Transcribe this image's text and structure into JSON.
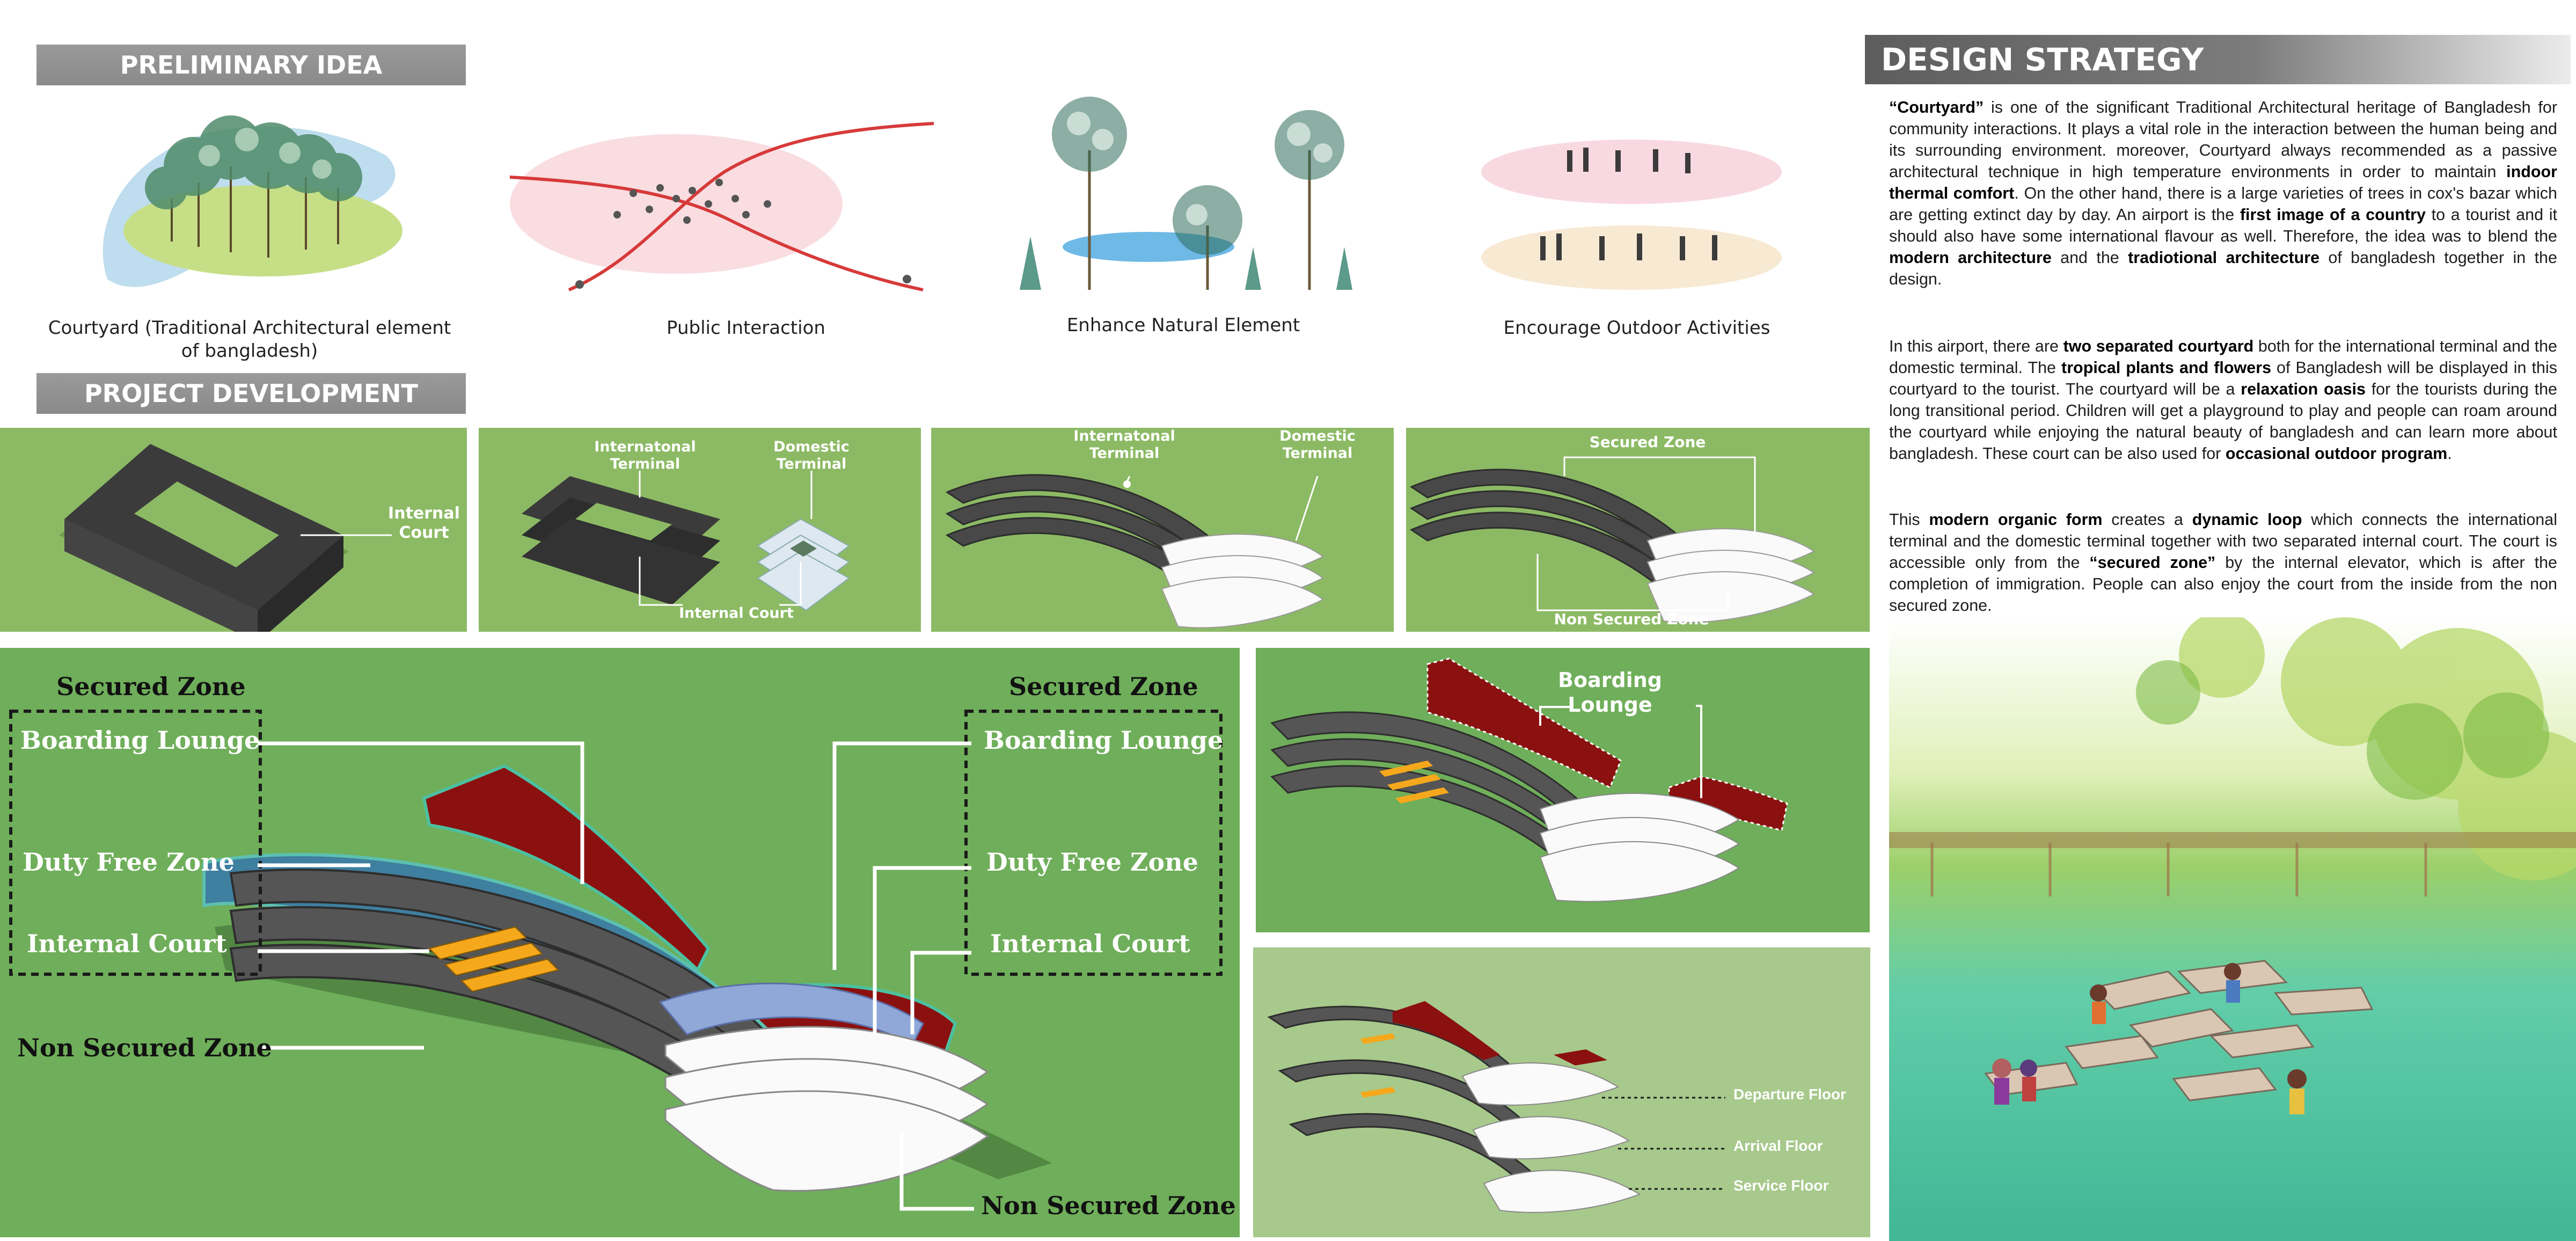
{
  "preliminary": {
    "header": "PRELIMINARY IDEA",
    "captions": {
      "courtyard": "Courtyard (Traditional Architectural element of bangladesh)",
      "public": "Public Interaction",
      "natural": "Enhance Natural Element",
      "outdoor": "Encourage Outdoor Activities"
    }
  },
  "development": {
    "header": "PROJECT DEVELOPMENT",
    "p1": {
      "internal_court": "Internal Court"
    },
    "p2": {
      "international": "Internatonal Terminal",
      "domestic": "Domestic Terminal",
      "internal_court": "Internal Court"
    },
    "p3": {
      "international": "Internatonal Terminal",
      "domestic": "Domestic Terminal"
    },
    "p4": {
      "secured": "Secured Zone",
      "non_secured": "Non Secured Zone"
    },
    "main": {
      "left_secured": "Secured Zone",
      "right_secured": "Secured Zone",
      "left_boarding": "Boarding Lounge",
      "left_duty": "Duty Free Zone",
      "left_court": "Internal Court",
      "left_nonsecured": "Non Secured Zone",
      "right_boarding": "Boarding Lounge",
      "right_duty": "Duty Free Zone",
      "right_court": "Internal Court",
      "right_nonsecured": "Non Secured Zone"
    },
    "boarding_panel": {
      "label": "Boarding Lounge"
    },
    "floors": {
      "departure": "Departure Floor",
      "arrival": "Arrival Floor",
      "service": "Service Floor"
    }
  },
  "strategy": {
    "header": "DESIGN STRATEGY",
    "p1": [
      {
        "b": "“Courtyard”"
      },
      {
        "t": " is one of the significant Traditional Architectural heritage of Bangladesh for community interactions. It plays a vital role in the interaction between the human being and its surrounding environment. moreover, Courtyard always recommended as a passive architectural technique in high temperature environments in order to maintain "
      },
      {
        "b": "indoor thermal comfort"
      },
      {
        "t": ". On the other hand,  there is a large varieties of trees in cox's bazar which are getting extinct day by day. An airport is the "
      },
      {
        "b": "first image of a country"
      },
      {
        "t": " to a tourist and it should also have some international flavour as well. Therefore, the idea was to blend the "
      },
      {
        "b": "modern architecture"
      },
      {
        "t": " and the "
      },
      {
        "b": "tradiotional architecture"
      },
      {
        "t": " of bangladesh together in the design."
      }
    ],
    "p2": [
      {
        "t": "In this airport, there are "
      },
      {
        "b": "two separated courtyard"
      },
      {
        "t": " both for the international terminal and the domestic terminal. The "
      },
      {
        "b": "tropical plants and flowers"
      },
      {
        "t": " of Bangladesh will be displayed in this courtyard to the tourist. The courtyard will be a "
      },
      {
        "b": "relaxation oasis"
      },
      {
        "t": " for the tourists during the long transitional period. Children will get a playground to play and people can roam around the courtyard while enjoying the natural beauty of bangladesh and can learn more about bangladesh. These court can be also used for "
      },
      {
        "b": "occasional outdoor program"
      },
      {
        "t": "."
      }
    ],
    "p3": [
      {
        "t": "This "
      },
      {
        "b": "modern organic form"
      },
      {
        "t": " creates a "
      },
      {
        "b": "dynamic loop"
      },
      {
        "t": " which connects the international terminal and the domestic terminal together with two separated internal court. The court is accessible only from the "
      },
      {
        "b": "“secured zone”"
      },
      {
        "t": " by the internal elevator, which is after the completion of immigration. People can also enjoy the court from the inside from the non secured zone."
      }
    ]
  },
  "colors": {
    "panel_green": "#8cba64",
    "main_green": "#6fae5a",
    "light_green": "#a7c98c",
    "header_gray": "#8f8f8f",
    "dark_block": "#3b3b3b",
    "court_red": "#8b1010",
    "court_blue": "#3f7f9f",
    "stair_orange": "#f5a81c"
  }
}
